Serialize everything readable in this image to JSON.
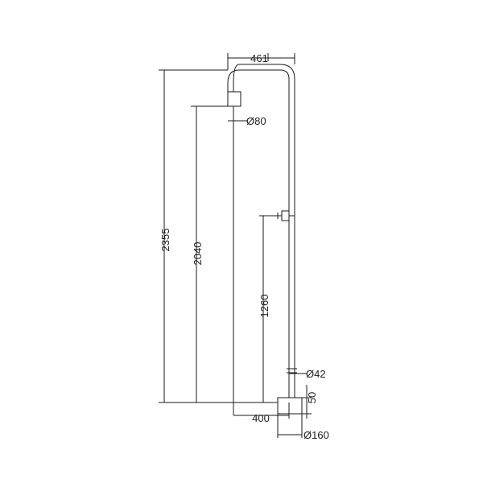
{
  "drawing": {
    "dimensions": {
      "overall_height": "2355",
      "head_height": "2040",
      "handset_height": "1260",
      "arm_width": "461",
      "reach": "400",
      "head_diameter": "Ø80",
      "pipe_diameter": "Ø42",
      "base_height": "50",
      "base_diameter": "Ø160"
    },
    "colors": {
      "line": "#1a1a1a",
      "fill": "#ffffff"
    }
  }
}
